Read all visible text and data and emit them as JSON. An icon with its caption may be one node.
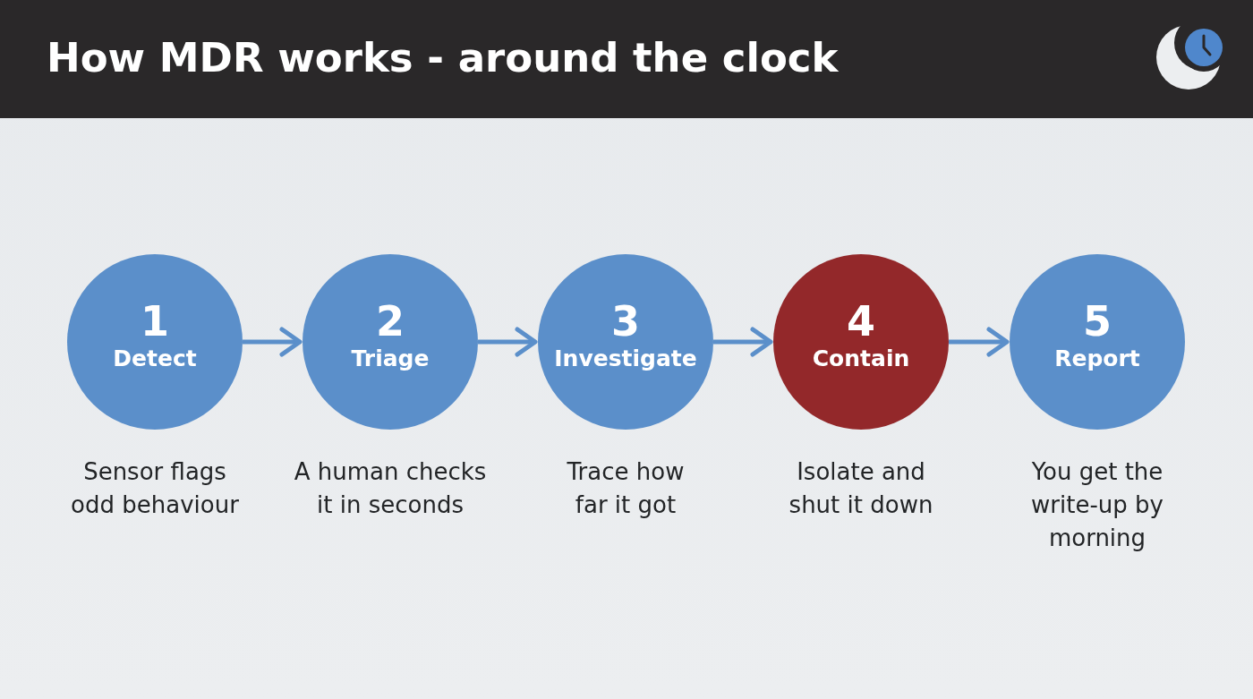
{
  "diagram": {
    "title": "How MDR works - around the clock",
    "nodes": [
      {
        "text": [
          "1",
          "Detect"
        ],
        "beside": [
          "Sensor flags odd behaviour"
        ]
      },
      {
        "text": [
          "2",
          "Triage"
        ],
        "beside": [
          "A human checks it in seconds"
        ]
      },
      {
        "text": [
          "3",
          "Investigate"
        ],
        "beside": [
          "Trace how far it got"
        ]
      },
      {
        "text": [
          "4",
          "Contain"
        ],
        "beside": [
          "Isolate and shut it down"
        ]
      },
      {
        "text": [
          "5",
          "Report"
        ],
        "beside": [
          "You get the write-up by morning"
        ]
      }
    ],
    "edges": [
      {
        "from": 0,
        "to": 1,
        "arrow": "to"
      },
      {
        "from": 1,
        "to": 2,
        "arrow": "to"
      },
      {
        "from": 2,
        "to": 3,
        "arrow": "to"
      },
      {
        "from": 3,
        "to": 4,
        "arrow": "to"
      }
    ]
  }
}
